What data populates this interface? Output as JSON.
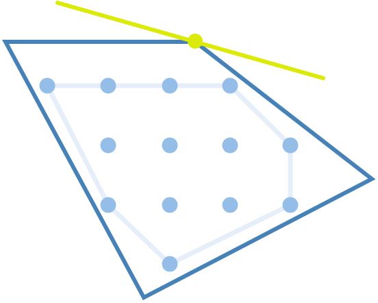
{
  "colors": {
    "background": "#ffffff",
    "outer_polygon": "#4682b8",
    "inner_hull": "#e6eef9",
    "points": "#94bde8",
    "tangent_line": "#dcea0a",
    "tangent_point": "#dcea0a"
  },
  "diagram": {
    "description_icons": [
      "outer-polygon-outline",
      "inner-convex-hull",
      "lattice-point",
      "tangent-line",
      "tangent-point"
    ]
  }
}
